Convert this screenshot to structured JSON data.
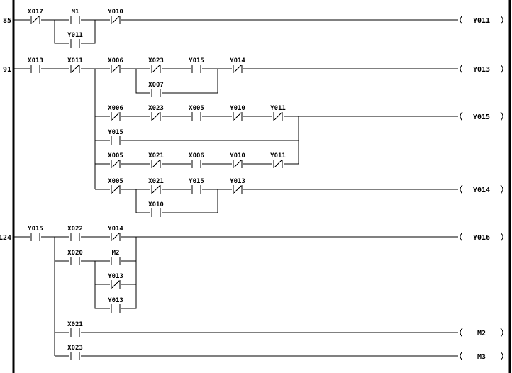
{
  "rungs": [
    {
      "step": "85",
      "contacts": [
        {
          "label": "X017",
          "type": "NC"
        },
        {
          "label": "M1",
          "type": "NO"
        },
        {
          "label": "Y011",
          "type": "NO"
        },
        {
          "label": "Y010",
          "type": "NC"
        }
      ],
      "coils": [
        {
          "label": "Y011"
        }
      ]
    },
    {
      "step": "91",
      "contacts": [
        {
          "label": "X013",
          "type": "NO"
        },
        {
          "label": "X011",
          "type": "NC"
        },
        {
          "label": "X006",
          "type": "NC"
        },
        {
          "label": "X023",
          "type": "NC"
        },
        {
          "label": "Y015",
          "type": "NO"
        },
        {
          "label": "Y014",
          "type": "NC"
        },
        {
          "label": "X007",
          "type": "NO"
        },
        {
          "label": "X006",
          "type": "NC"
        },
        {
          "label": "X023",
          "type": "NC"
        },
        {
          "label": "X005",
          "type": "NO"
        },
        {
          "label": "Y010",
          "type": "NC"
        },
        {
          "label": "Y011",
          "type": "NC"
        },
        {
          "label": "Y015",
          "type": "NO"
        },
        {
          "label": "X005",
          "type": "NC"
        },
        {
          "label": "X021",
          "type": "NC"
        },
        {
          "label": "X006",
          "type": "NO"
        },
        {
          "label": "Y010",
          "type": "NC"
        },
        {
          "label": "Y011",
          "type": "NC"
        },
        {
          "label": "X005",
          "type": "NC"
        },
        {
          "label": "X021",
          "type": "NC"
        },
        {
          "label": "Y015",
          "type": "NO"
        },
        {
          "label": "Y013",
          "type": "NC"
        },
        {
          "label": "X010",
          "type": "NO"
        }
      ],
      "coils": [
        {
          "label": "Y013"
        },
        {
          "label": "Y015"
        },
        {
          "label": "Y014"
        }
      ]
    },
    {
      "step": "124",
      "contacts": [
        {
          "label": "Y015",
          "type": "NO"
        },
        {
          "label": "X022",
          "type": "NO"
        },
        {
          "label": "Y014",
          "type": "NC"
        },
        {
          "label": "X020",
          "type": "NO"
        },
        {
          "label": "M2",
          "type": "NO"
        },
        {
          "label": "Y013",
          "type": "NC"
        },
        {
          "label": "Y013",
          "type": "NO"
        },
        {
          "label": "X021",
          "type": "NO"
        },
        {
          "label": "X023",
          "type": "NO"
        }
      ],
      "coils": [
        {
          "label": "Y016"
        },
        {
          "label": "M2"
        },
        {
          "label": "M3"
        }
      ]
    }
  ]
}
